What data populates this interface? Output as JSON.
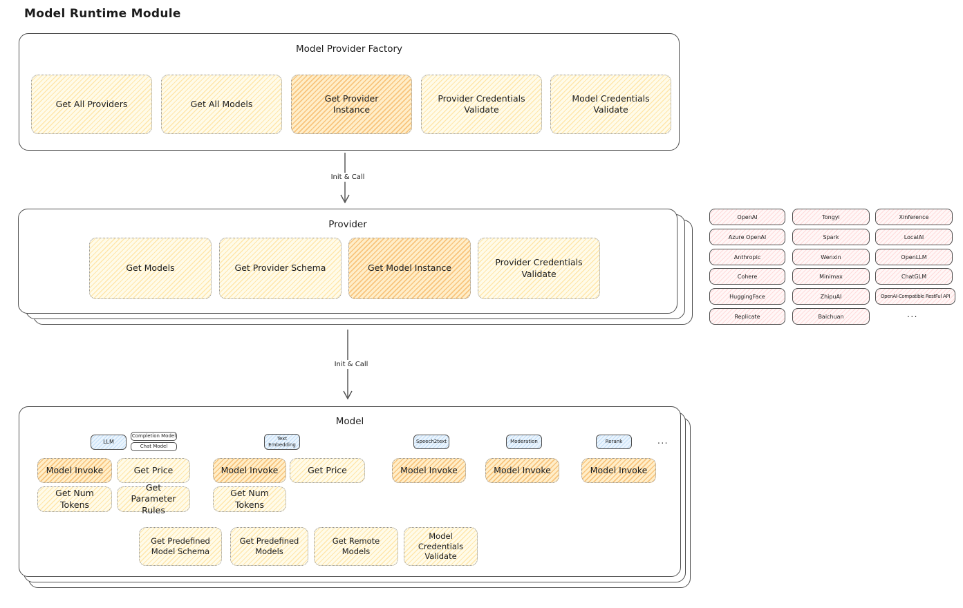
{
  "page": {
    "title": "Model Runtime Module"
  },
  "palette": {
    "yellow_fill": "#FFFBE9",
    "yellow_hatch": "#FFCB5C",
    "orange_fill": "#FFEEC9",
    "orange_hatch": "#F29930",
    "pink_fill": "#FFF7F7",
    "pink_hatch": "#FF9696",
    "blue_fill": "#EAF4FD",
    "blue_hatch": "#78B4EB",
    "stroke": "#4D4D4D",
    "text": "#1B1B1B"
  },
  "factory": {
    "title": "Model Provider Factory",
    "boxes": [
      {
        "label": "Get All Providers"
      },
      {
        "label": "Get All Models"
      },
      {
        "label": "Get Provider Instance"
      },
      {
        "label": "Provider Credentials Validate"
      },
      {
        "label": "Model Credentials Validate"
      }
    ]
  },
  "arrows": {
    "label": "Init & Call"
  },
  "provider": {
    "title": "Provider",
    "boxes": [
      {
        "label": "Get Models"
      },
      {
        "label": "Get Provider Schema"
      },
      {
        "label": "Get Model Instance"
      },
      {
        "label": "Provider Credentials Validate"
      }
    ]
  },
  "providers_grid": {
    "items": [
      "OpenAI",
      "Tongyi",
      "Xinference",
      "Azure OpenAI",
      "Spark",
      "LocalAI",
      "Anthropic",
      "Wenxin",
      "OpenLLM",
      "Cohere",
      "Minimax",
      "ChatGLM",
      "HuggingFace",
      "ZhipuAI",
      "OpenAI-Compatible RestFul API",
      "Replicate",
      "Baichuan"
    ],
    "more": "..."
  },
  "model": {
    "title": "Model",
    "tags": {
      "llm": "LLM",
      "completion_model": "Completion Model",
      "chat_model": "Chat Model",
      "text_embedding": "Text Embedding",
      "speech2text": "Speech2text",
      "moderation": "Moderation",
      "rerank": "Rerank",
      "more": "..."
    },
    "functions": {
      "model_invoke": "Model Invoke",
      "get_price": "Get Price",
      "get_num_tokens": "Get Num Tokens",
      "get_parameter_rules": "Get Parameter Rules",
      "get_predefined_model_schema": "Get Predefined Model Schema",
      "get_predefined_models": "Get Predefined Models",
      "get_remote_models": "Get Remote Models",
      "model_credentials_validate": "Model Credentials Validate"
    }
  }
}
